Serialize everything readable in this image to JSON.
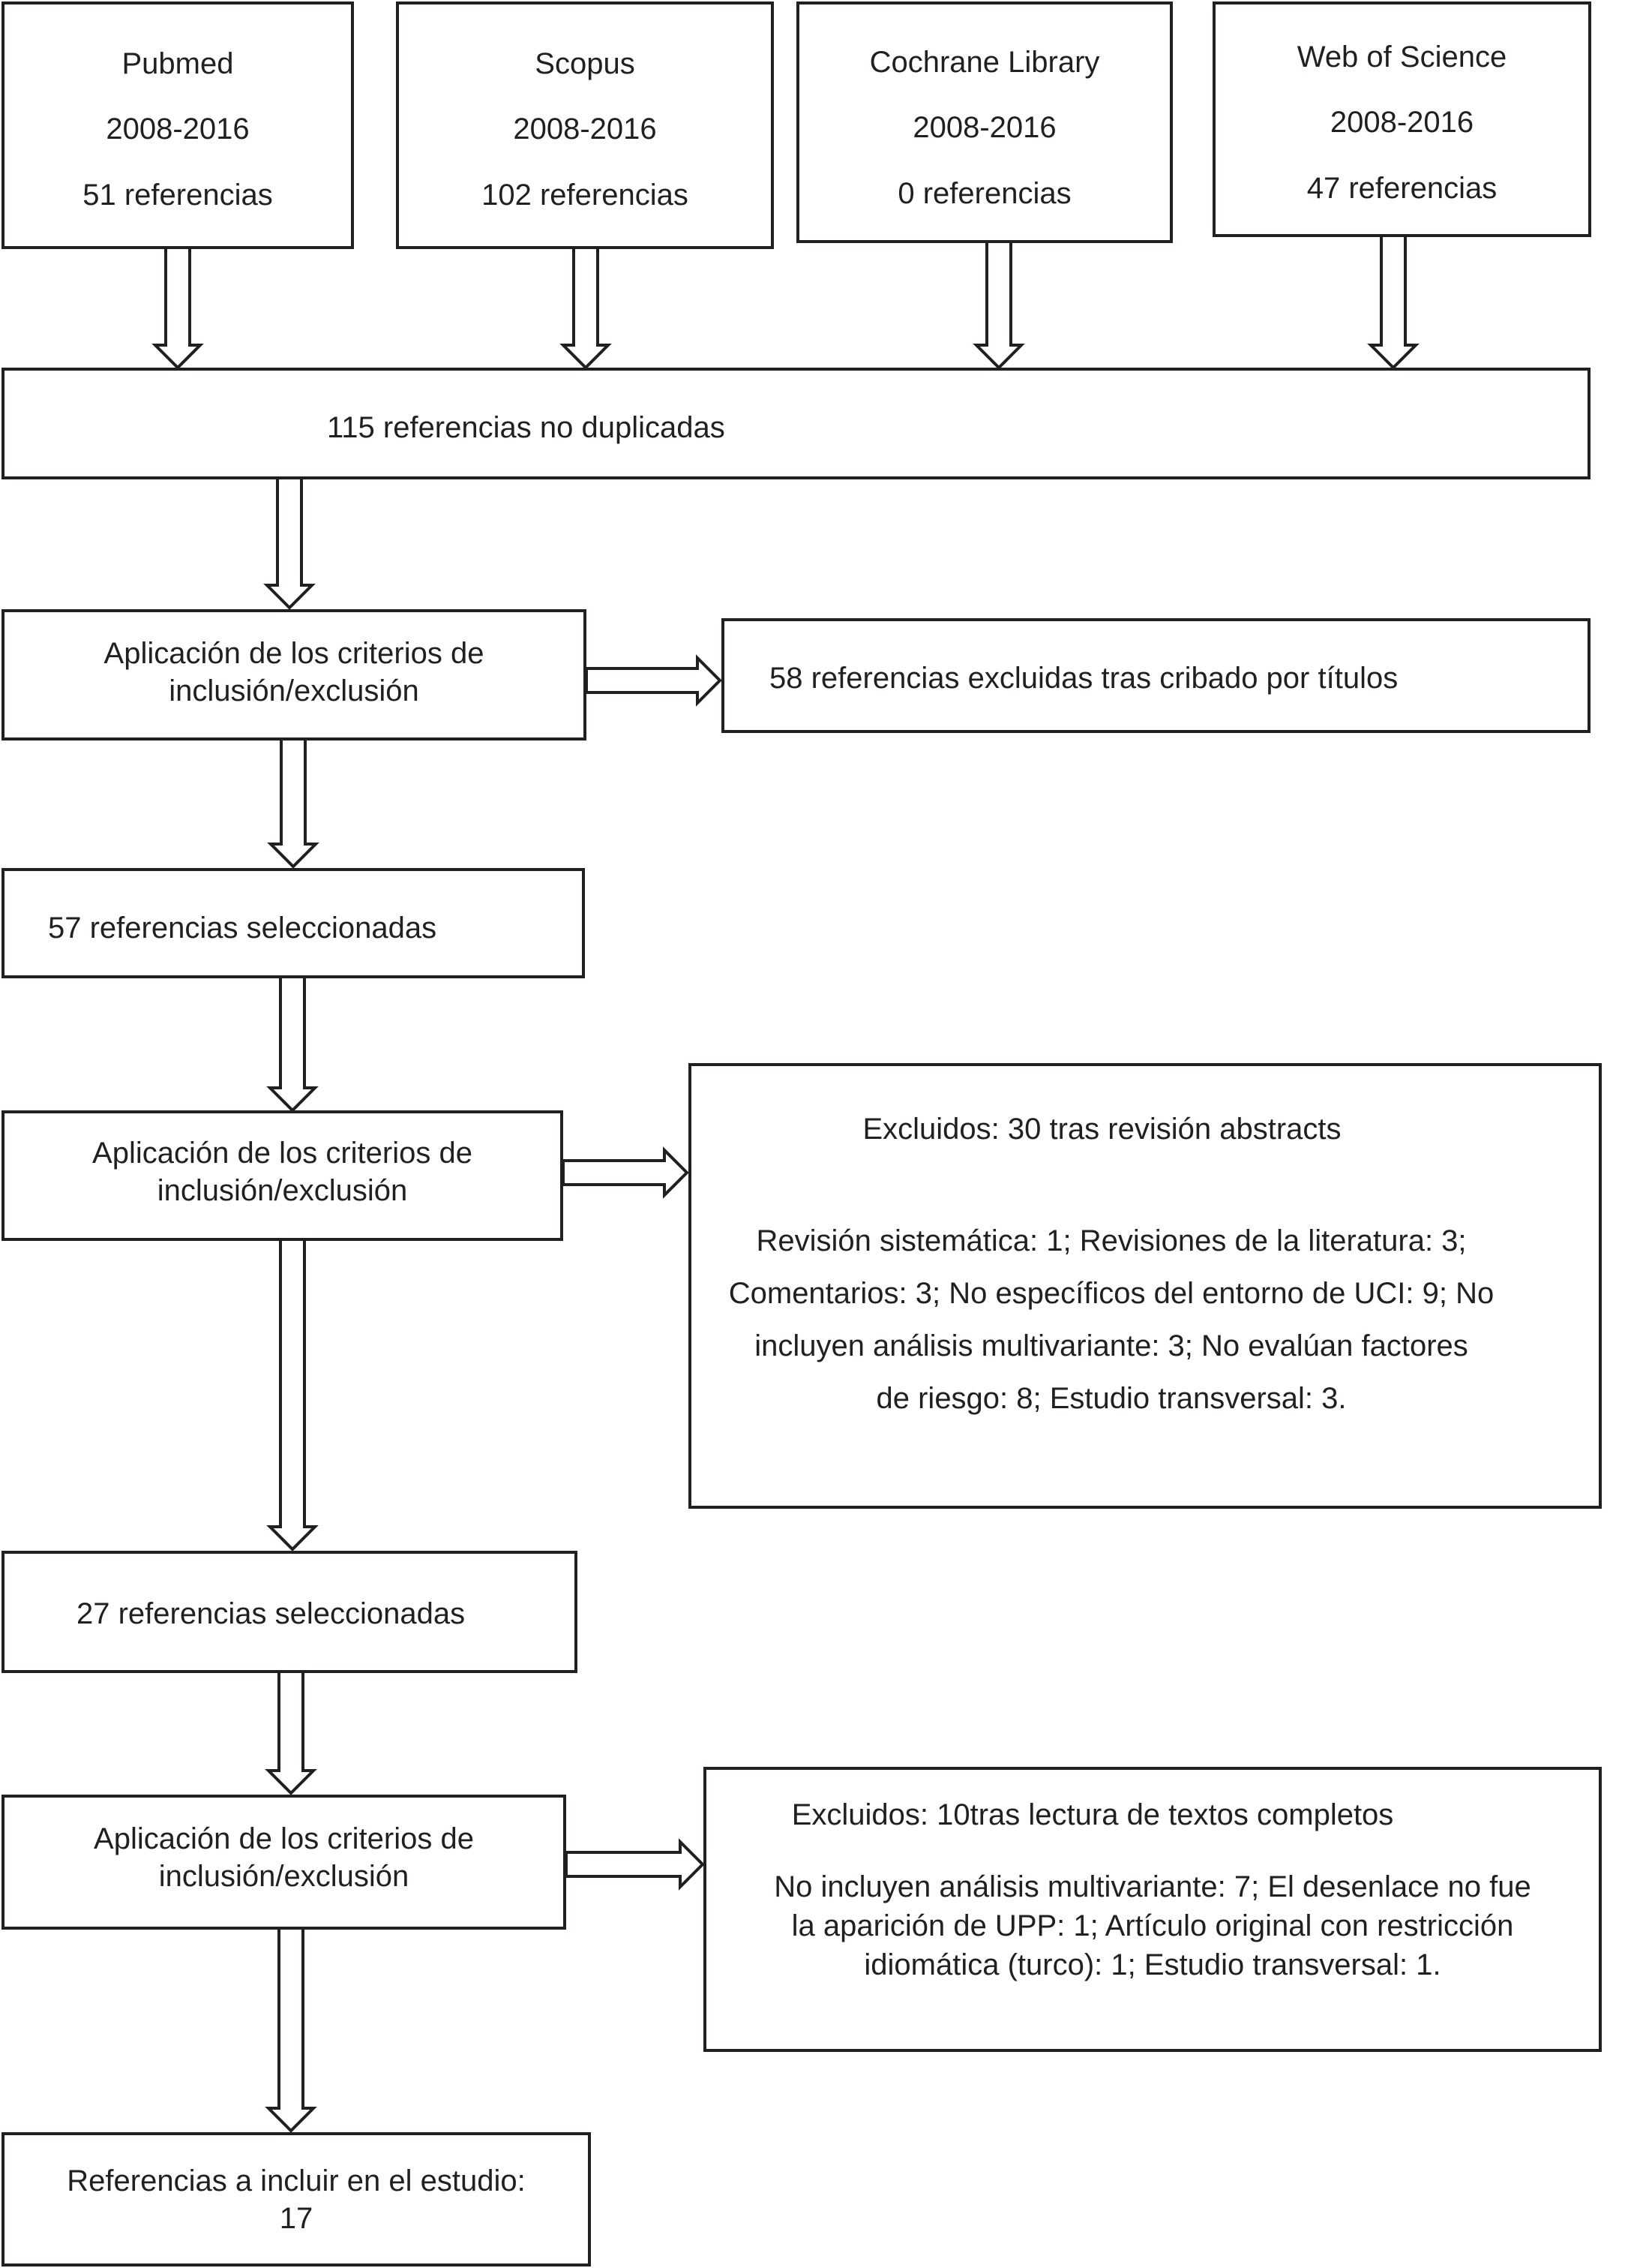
{
  "sources": [
    {
      "name": "Pubmed",
      "years": "2008-2016",
      "refs": "51 referencias"
    },
    {
      "name": "Scopus",
      "years": "2008-2016",
      "refs": "102 referencias"
    },
    {
      "name": "Cochrane Library",
      "years": "2008-2016",
      "refs": "0 referencias"
    },
    {
      "name": "Web of Science",
      "years": "2008-2016",
      "refs": "47 referencias"
    }
  ],
  "merged": "115 referencias no duplicadas",
  "step1": {
    "criteria_line1": "Aplicación de los criterios de",
    "criteria_line2": "inclusión/exclusión",
    "excluded": "58 referencias excluidas tras cribado por títulos",
    "selected": "57 referencias seleccionadas"
  },
  "step2": {
    "criteria_line1": "Aplicación de los criterios de",
    "criteria_line2": "inclusión/exclusión",
    "excluded_title": "Excluidos: 30 tras revisión abstracts",
    "excluded_lines": [
      "Revisión sistemática: 1; Revisiones de la literatura: 3;",
      "Comentarios: 3; No específicos del entorno de UCI: 9; No",
      "incluyen análisis multivariante: 3; No evalúan factores",
      "de riesgo: 8; Estudio transversal: 3."
    ],
    "selected": "27 referencias seleccionadas"
  },
  "step3": {
    "criteria_line1": "Aplicación de los criterios de",
    "criteria_line2": "inclusión/exclusión",
    "excluded_title": "Excluidos: 10tras lectura de textos completos",
    "excluded_lines": [
      "No incluyen análisis multivariante: 7; El desenlace no fue",
      "la aparición de UPP: 1; Artículo original con restricción",
      "idiomática (turco): 1; Estudio transversal: 1."
    ]
  },
  "final": {
    "line1": "Referencias a incluir en el estudio:",
    "line2": "17"
  }
}
